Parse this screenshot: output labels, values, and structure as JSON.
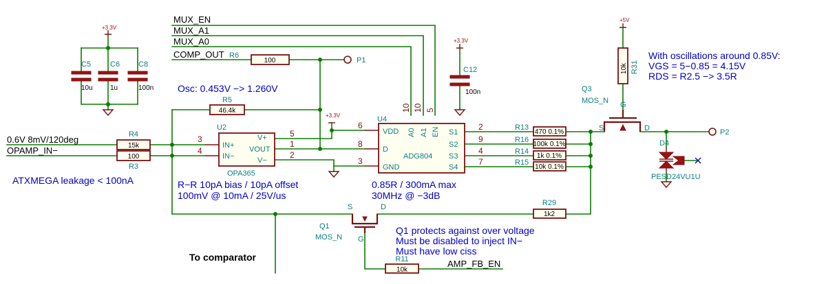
{
  "nets": {
    "mux_en": "MUX_EN",
    "mux_a1": "MUX_A1",
    "mux_a0": "MUX_A0",
    "comp_out": "COMP_OUT",
    "in_signal": "0.6V 8mV/120deg",
    "opamp_in": "OPAMP_IN−",
    "amp_fb_en": "AMP_FB_EN"
  },
  "power": {
    "v33": "+3.3V",
    "v5": "+5V"
  },
  "ports": {
    "p1": "P1",
    "p2": "P2"
  },
  "components": {
    "c5": {
      "ref": "C5",
      "value": "10u"
    },
    "c6": {
      "ref": "C6",
      "value": "1u"
    },
    "c8": {
      "ref": "C8",
      "value": "100n"
    },
    "c12": {
      "ref": "C12",
      "value": "100n"
    },
    "r6": {
      "ref": "R6",
      "value": "100"
    },
    "r5": {
      "ref": "R5",
      "value": "46.4k"
    },
    "r4": {
      "ref": "R4",
      "value": "15k"
    },
    "r3": {
      "ref": "R3",
      "value": "100"
    },
    "r13": {
      "ref": "R13",
      "value": "470 0.1%"
    },
    "r16": {
      "ref": "R16",
      "value": "100k 0.1%"
    },
    "r14": {
      "ref": "R14",
      "value": "1k 0.1%"
    },
    "r15": {
      "ref": "R15",
      "value": "10k 0.1%"
    },
    "r29": {
      "ref": "R29",
      "value": "1k2"
    },
    "r11": {
      "ref": "R11",
      "value": "10k"
    },
    "r31": {
      "ref": "R31",
      "value": "10k"
    },
    "u2": {
      "ref": "U2",
      "value": "OPA365",
      "pins": {
        "vplus": "V+",
        "inp": "IN+",
        "vout": "VOUT",
        "inn": "IN−",
        "vminus": "V−"
      }
    },
    "u4": {
      "ref": "U4",
      "value": "ADG804",
      "pins": {
        "vdd": "VDD",
        "d": "D",
        "gnd": "GND",
        "a0": "A0",
        "a1": "A1",
        "en": "EN",
        "s1": "S1",
        "s2": "S2",
        "s3": "S3",
        "s4": "S4"
      }
    },
    "q1": {
      "ref": "Q1",
      "value": "MOS_N"
    },
    "q3": {
      "ref": "Q3",
      "value": "MOS_N"
    },
    "d4": {
      "ref": "D4",
      "value": "PESD24VU1U"
    }
  },
  "pin_numbers": {
    "u2_5": "5",
    "u2_3": "3",
    "u2_1": "1",
    "u2_4": "4",
    "u2_2": "2",
    "u4_6": "6",
    "u4_8": "8",
    "u4_3": "3",
    "u4_10a": "10",
    "u4_10b": "10",
    "u4_5": "5",
    "u4_2": "2",
    "u4_9": "9",
    "u4_4": "4",
    "u4_7": "7"
  },
  "mos_pins": {
    "s": "S",
    "d": "D",
    "g": "G"
  },
  "notes": {
    "osc": "Osc:  0.453V −> 1.260V",
    "leakage": "ATXMEGA leakage < 100nA",
    "rr1": "R−R 10pA bias / 10pA offset",
    "rr2": "100mV @ 10mA / 25V/us",
    "mux1": "0.85R / 300mA max",
    "mux2": "30MHz @ −3dB",
    "osc_q3_1": "With oscillations around 0.85V:",
    "osc_q3_2": "VGS = 5−0.85 = 4.15V",
    "osc_q3_3": "RDS = R2.5 −> 3.5R",
    "q1_1": "Q1 protects against over voltage",
    "q1_2": "Must be disabled to inject IN−",
    "q1_3": "Must have low ciss",
    "comparator": "To comparator"
  }
}
